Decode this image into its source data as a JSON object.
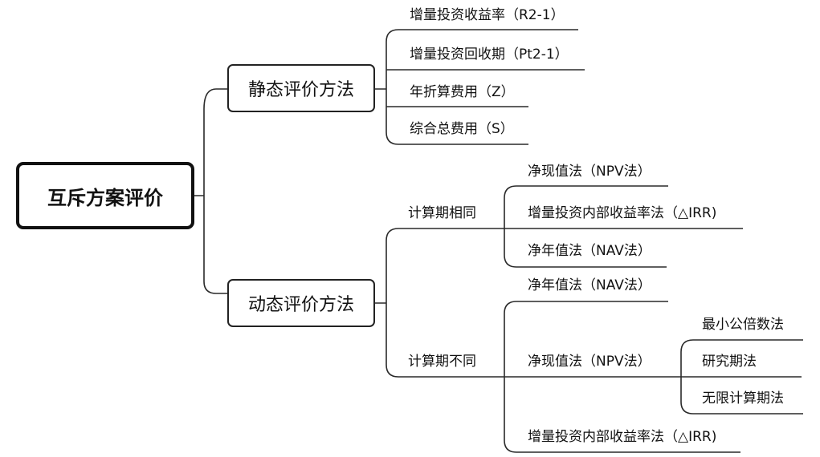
{
  "root": "互斥方案评价",
  "static": {
    "label": "静态评价方法",
    "items": [
      "增量投资收益率（R2-1）",
      "增量投资回收期（Pt2-1）",
      "年折算费用（Z）",
      "综合总费用（S）"
    ]
  },
  "dynamic": {
    "label": "动态评价方法",
    "same": {
      "label": "计算期相同",
      "items": [
        "净现值法（NPV法）",
        "增量投资内部收益率法（△IRR)",
        "净年值法（NAV法）"
      ]
    },
    "diff": {
      "label": "计算期不同",
      "items": [
        "净年值法（NAV法）",
        "净现值法（NPV法）",
        "增量投资内部收益率法（△IRR)"
      ],
      "npv_sub": [
        "最小公倍数法",
        "研究期法",
        "无限计算期法"
      ]
    }
  }
}
